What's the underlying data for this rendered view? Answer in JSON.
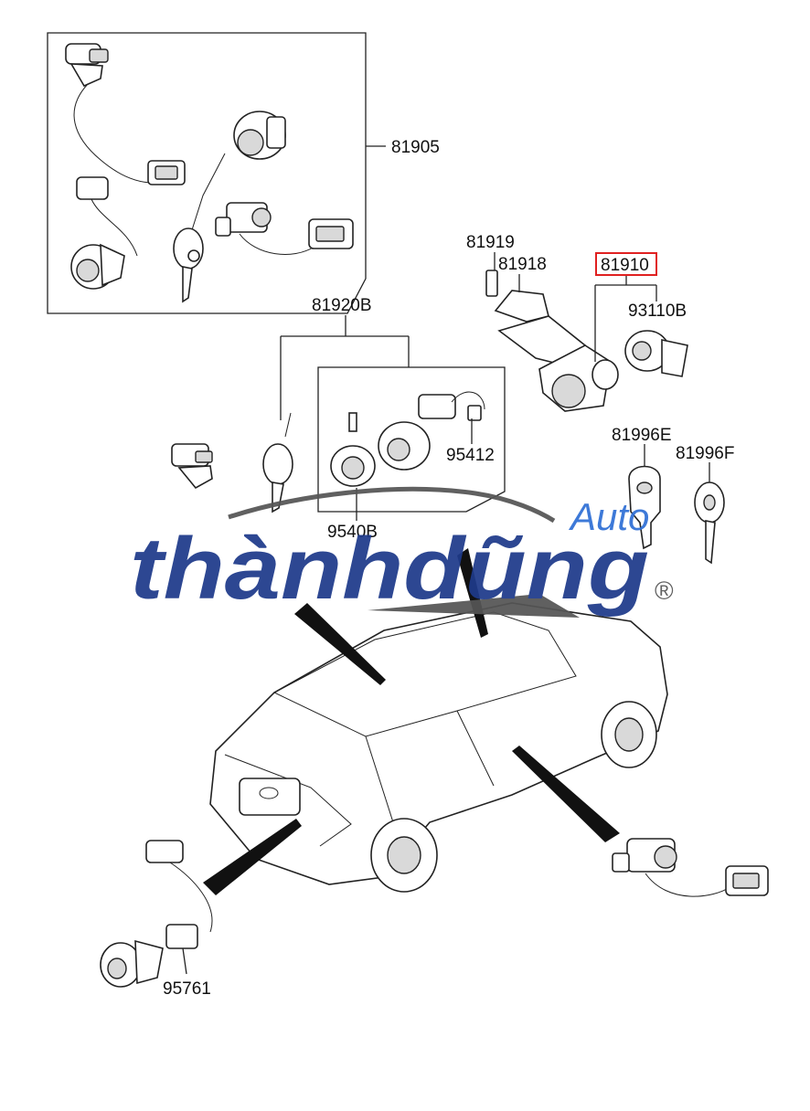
{
  "diagram": {
    "part_labels": {
      "p81905": "81905",
      "p81919": "81919",
      "p81918": "81918",
      "p81910": "81910",
      "p93110B": "93110B",
      "p81920B": "81920B",
      "p95412": "95412",
      "p9540B": "9540B",
      "p81996E": "81996E",
      "p81996F": "81996F",
      "p95761": "95761"
    },
    "highlighted_part": "81910",
    "highlight_color": "#e02020"
  },
  "watermark": {
    "brand_main": "thànhdũng",
    "brand_sub": "Auto",
    "registered_mark": "®",
    "color_navy": "#1e3a8a",
    "color_blue": "#2f6fd6",
    "color_gray": "#555555"
  }
}
